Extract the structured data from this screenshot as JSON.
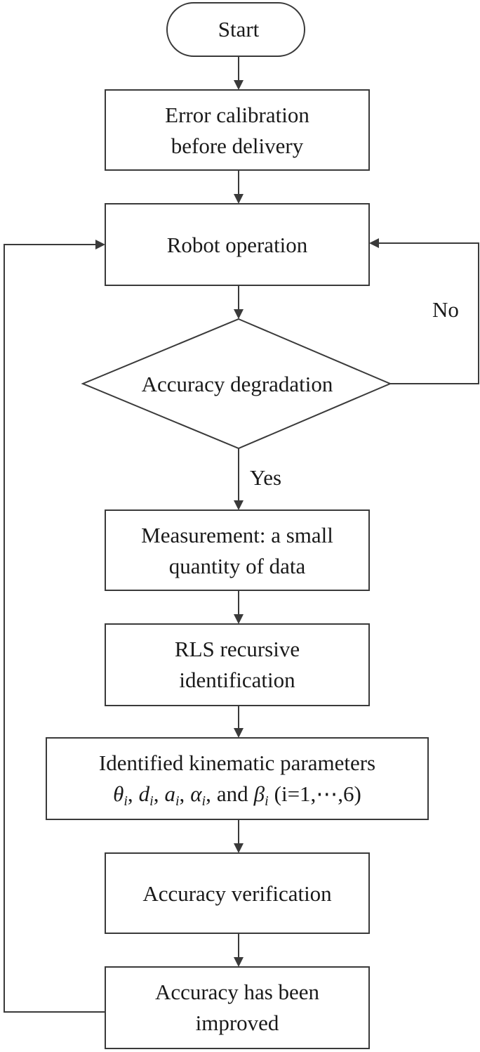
{
  "nodes": {
    "start": "Start",
    "error_calibration": [
      "Error calibration",
      "before delivery"
    ],
    "robot_operation": "Robot operation",
    "accuracy_degradation": "Accuracy degradation",
    "measurement": [
      "Measurement: a small",
      "quantity of data"
    ],
    "rls": [
      "RLS recursive",
      "identification"
    ],
    "identified_params": {
      "line1": "Identified kinematic parameters",
      "theta": "θ",
      "d": "d",
      "a": "a",
      "alpha": "α",
      "beta": "β",
      "subscript": "i",
      "sep": ",",
      "and": "and",
      "range": "(i=1,⋯,6)"
    },
    "accuracy_verification": "Accuracy verification",
    "accuracy_improved": [
      "Accuracy has been",
      "improved"
    ]
  },
  "edges": {
    "no_label": "No",
    "yes_label": "Yes"
  }
}
